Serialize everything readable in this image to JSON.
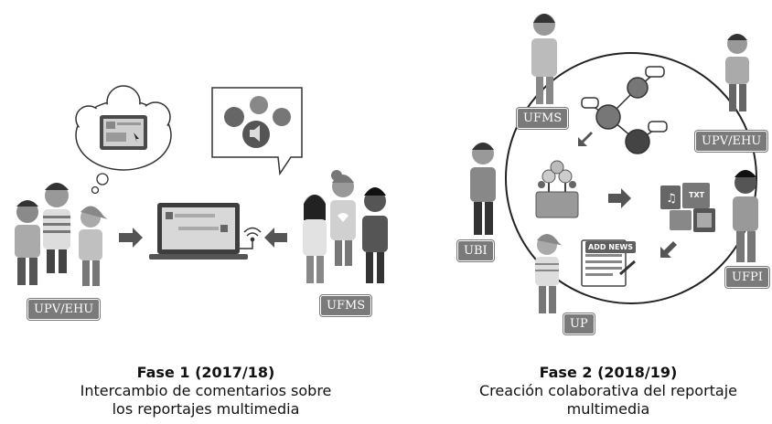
{
  "phase1": {
    "title": "Fase 1 (2017/18)",
    "subtitle_line1": "Intercambio de comentarios sobre",
    "subtitle_line2": "los reportajes multimedia",
    "groups": {
      "left": "UPV/EHU",
      "right": "UFMS"
    }
  },
  "phase2": {
    "title": "Fase 2 (2018/19)",
    "subtitle_line1": "Creación colaborativa del reportaje",
    "subtitle_line2": "multimedia",
    "groups": {
      "ufms": "UFMS",
      "upv": "UPV/EHU",
      "ubi": "UBI",
      "ufpi": "UFPI",
      "up": "UP"
    },
    "chips": {
      "news": "ADD NEWS",
      "txt": "TXT"
    }
  },
  "icons": [
    "tablet-icon",
    "laptop-icon",
    "speech-bubble-icon",
    "wifi-icon",
    "network-icon",
    "flower-box-icon",
    "media-files-icon",
    "news-form-icon",
    "arrow-icon"
  ]
}
